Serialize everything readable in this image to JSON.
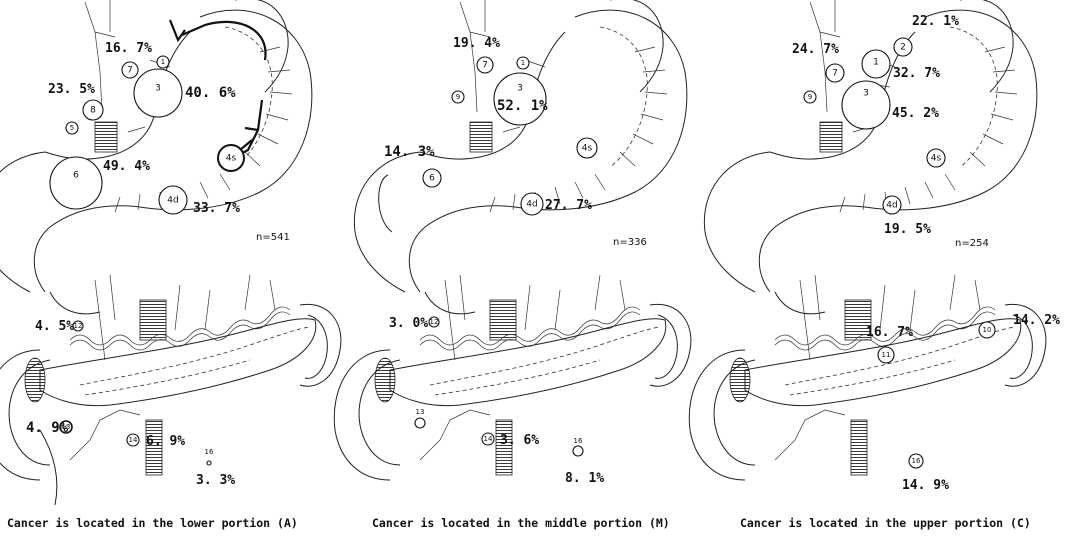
{
  "panels": [
    {
      "id": "lower",
      "caption": "Cancer is located in the lower portion (A)",
      "n_label": "n=541",
      "top_stats": [
        {
          "node": "7",
          "value": "16. 7%"
        },
        {
          "node": "8",
          "value": "23. 5%"
        },
        {
          "node": "3",
          "value": "40. 6%"
        },
        {
          "node": "6",
          "value": "49. 4%"
        },
        {
          "node": "4d",
          "value": "33. 7%"
        }
      ],
      "bottom_stats": [
        {
          "node": "12",
          "value": "4. 5%"
        },
        {
          "node": "13",
          "value": "4. 9%"
        },
        {
          "node": "14",
          "value": "6. 9%"
        },
        {
          "node": "16",
          "value": "3. 3%"
        }
      ]
    },
    {
      "id": "middle",
      "caption": "Cancer is located in the middle portion (M)",
      "n_label": "n=336",
      "top_stats": [
        {
          "node": "7",
          "value": "19. 4%"
        },
        {
          "node": "3",
          "value": "52. 1%"
        },
        {
          "node": "6",
          "value": "14. 3%"
        },
        {
          "node": "4d",
          "value": "27. 7%"
        }
      ],
      "bottom_stats": [
        {
          "node": "12",
          "value": "3. 0%"
        },
        {
          "node": "14",
          "value": "3. 6%"
        },
        {
          "node": "16",
          "value": "8. 1%"
        }
      ]
    },
    {
      "id": "upper",
      "caption": "Cancer is located in the upper portion (C)",
      "n_label": "n=254",
      "top_stats": [
        {
          "node": "2",
          "value": "22. 1%"
        },
        {
          "node": "7",
          "value": "24. 7%"
        },
        {
          "node": "1",
          "value": "32. 7%"
        },
        {
          "node": "3",
          "value": "45. 2%"
        },
        {
          "node": "4d",
          "value": "19. 5%"
        }
      ],
      "bottom_stats": [
        {
          "node": "11",
          "value": "16. 7%"
        },
        {
          "node": "10",
          "value": "14. 2%"
        },
        {
          "node": "16",
          "value": "14. 9%"
        }
      ]
    }
  ],
  "node_labels": {
    "n1": "1",
    "n2": "2",
    "n3": "3",
    "n4s": "4s",
    "n4d": "4d",
    "n5": "5",
    "n6": "6",
    "n7": "7",
    "n8": "8",
    "n9": "9",
    "n10": "10",
    "n11": "11",
    "n12": "12",
    "n13": "13",
    "n14": "14",
    "n16": "16"
  }
}
